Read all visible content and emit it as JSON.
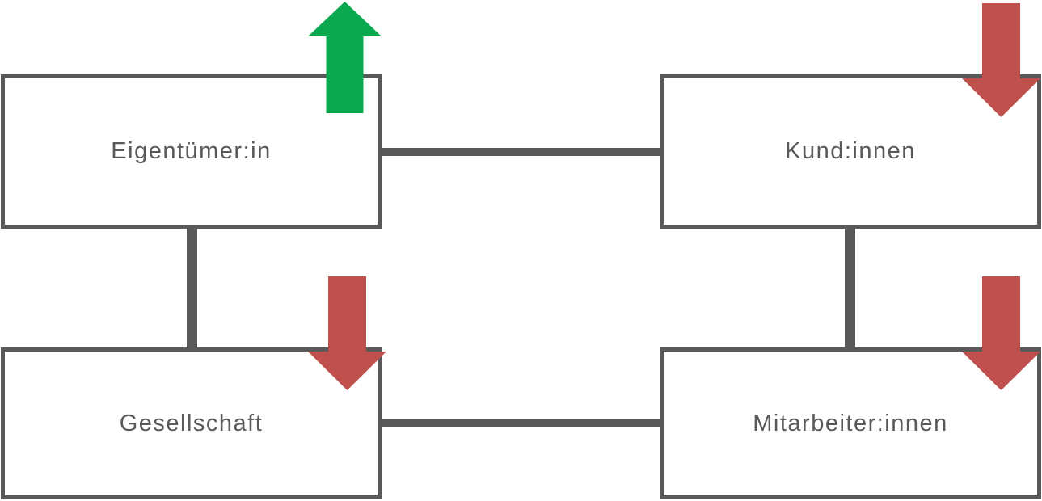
{
  "diagram": {
    "type": "stakeholder-relationship-diagram",
    "colors": {
      "positive": "#0ba94f",
      "negative": "#c0504d",
      "line": "#595959",
      "border": "#595959",
      "text": "#595959",
      "background": "#ffffff"
    },
    "nodes": [
      {
        "id": "eigentuemer",
        "label": "Eigentümer:in",
        "trend": "up",
        "trend_icon": "arrow-up-icon",
        "trend_color": "#0ba94f"
      },
      {
        "id": "kunden",
        "label": "Kund:innen",
        "trend": "down",
        "trend_icon": "arrow-down-icon",
        "trend_color": "#c0504d"
      },
      {
        "id": "gesellschaft",
        "label": "Gesellschaft",
        "trend": "down",
        "trend_icon": "arrow-down-icon",
        "trend_color": "#c0504d"
      },
      {
        "id": "mitarbeiter",
        "label": "Mitarbeiter:innen",
        "trend": "down",
        "trend_icon": "arrow-down-icon",
        "trend_color": "#c0504d"
      }
    ],
    "edges": [
      {
        "from": "eigentuemer",
        "to": "kunden"
      },
      {
        "from": "eigentuemer",
        "to": "gesellschaft"
      },
      {
        "from": "kunden",
        "to": "mitarbeiter"
      },
      {
        "from": "gesellschaft",
        "to": "mitarbeiter"
      }
    ]
  }
}
